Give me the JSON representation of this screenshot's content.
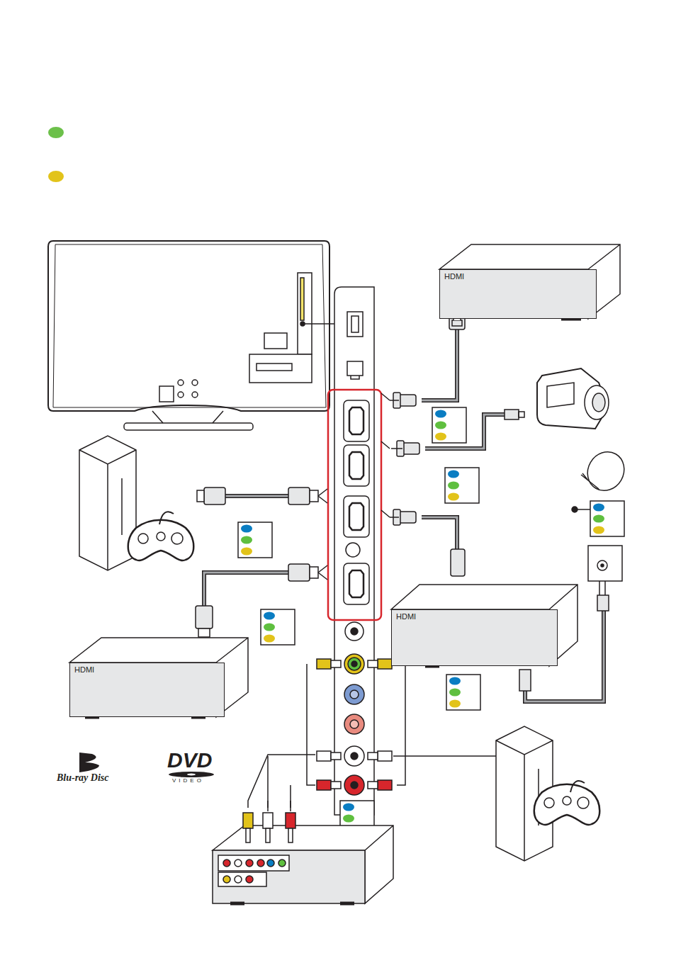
{
  "diagram": {
    "nodes": [
      {
        "text": [
          "HDMI"
        ]
      },
      {
        "text": [
          "HDMI"
        ]
      },
      {
        "text": [
          "HDMI"
        ]
      }
    ],
    "labels": [
      "Blu-ray Disc",
      "DVD",
      "VIDEO"
    ]
  }
}
